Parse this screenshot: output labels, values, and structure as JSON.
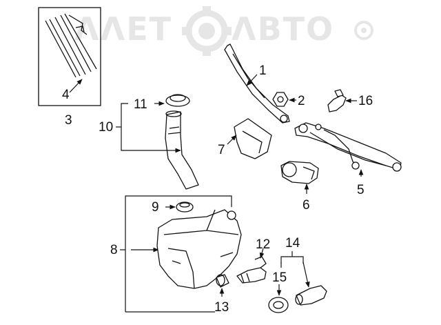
{
  "watermark": {
    "text": "ΛΛΕΤ",
    "text2": "ΛΒΤΟ",
    "logo_icon": "gear-globe-logo-icon"
  },
  "callouts": {
    "c1": "1",
    "c2": "2",
    "c3": "3",
    "c4": "4",
    "c5": "5",
    "c6": "6",
    "c7": "7",
    "c8": "8",
    "c9": "9",
    "c10": "10",
    "c11": "11",
    "c12": "12",
    "c13": "13",
    "c14": "14",
    "c15": "15",
    "c16": "16"
  },
  "colors": {
    "ink": "#111111",
    "watermark": "#e6e6e6",
    "background": "#ffffff"
  }
}
